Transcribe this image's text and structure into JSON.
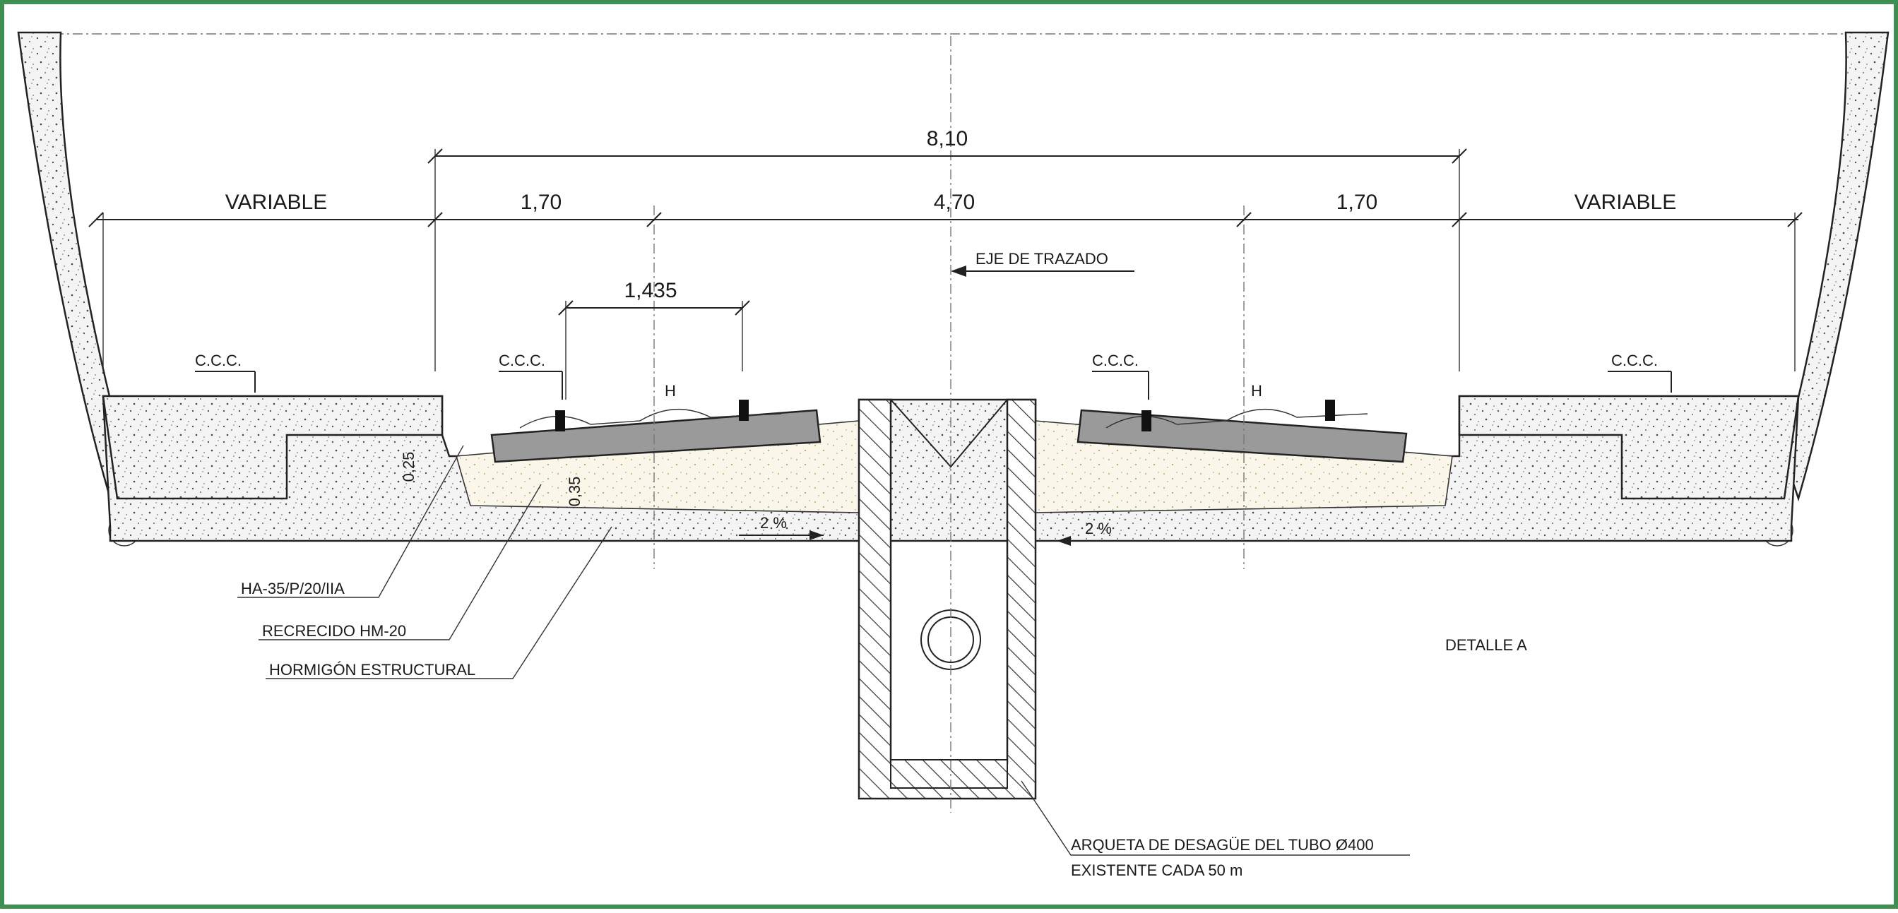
{
  "title": "",
  "dimensions": {
    "total_width": "8,10",
    "left_variable": "VARIABLE",
    "right_variable": "VARIABLE",
    "left_side": "1,70",
    "center": "4,70",
    "right_side": "1,70",
    "gauge": "1,435",
    "slab_thickness": "0,25",
    "fill_thickness": "0,35"
  },
  "labels": {
    "axis": "EJE DE TRAZADO",
    "ccc": "C.C.C.",
    "height": "H",
    "slope_left": "2 %",
    "slope_right": "2 %",
    "detail": "DETALLE A"
  },
  "callouts": {
    "ha35": "HA-35/P/20/IIA",
    "recrecido": "RECRECIDO HM-20",
    "hormigon": "HORMIGÓN ESTRUCTURAL",
    "arqueta_line1": "ARQUETA DE DESAGÜE DEL TUBO Ø400",
    "arqueta_line2": "EXISTENTE CADA 50 m"
  },
  "colors": {
    "frame": "#3f8f52",
    "line": "#222222",
    "concrete": "#f2f2f2",
    "slab": "#9a9a9a"
  }
}
